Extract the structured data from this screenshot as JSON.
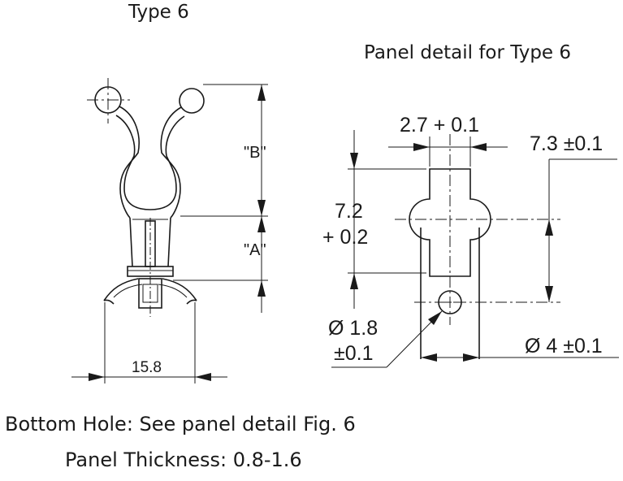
{
  "captions": {
    "type_title": "Type 6",
    "panel_title": "Panel detail for Type 6",
    "bottom_hole": "Bottom Hole: See panel detail Fig. 6",
    "panel_thickness": "Panel Thickness: 0.8-1.6"
  },
  "clip": {
    "dim_b": "\"B\"",
    "dim_a": "\"A\"",
    "width": "15.8"
  },
  "panel": {
    "slot_width": "2.7 + 0.1",
    "center_offset": "7.3 ±0.1",
    "height_line1": "7.2",
    "height_line2": "+ 0.2",
    "hole_dia_line1": "Ø 1.8",
    "hole_dia_line2": "±0.1",
    "boss_dia": "Ø 4 ±0.1"
  }
}
